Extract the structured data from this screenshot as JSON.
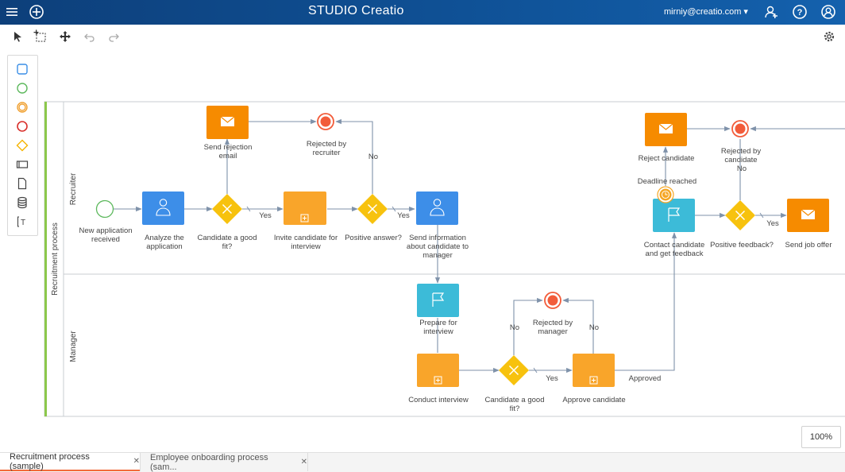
{
  "header": {
    "brand": "STUDIO Creatio",
    "user_email": "mirniy@creatio.com"
  },
  "process": {
    "pool_label": "Recruitment process",
    "lanes": [
      "Recruiter",
      "Manager"
    ]
  },
  "elements": {
    "new_application": "New application received",
    "analyze": "Analyze the application",
    "candidate_fit": "Candidate a good fit?",
    "send_rejection": "Send rejection email",
    "rejected_recruiter": "Rejected by recruiter",
    "invite": "Invite candidate for interview",
    "positive_answer": "Positive answer?",
    "send_info": "Send information about candidate to manager",
    "prepare": "Prepare for interview",
    "conduct": "Conduct interview",
    "candidate_fit_2": "Candidate a good fit?",
    "rejected_manager": "Rejected by manager",
    "approve": "Approve candidate",
    "reject_candidate": "Reject candidate",
    "rejected_candidate": "Rejected by candidate",
    "deadline": "Deadline reached",
    "contact": "Contact candidate and get feedback",
    "positive_feedback": "Positive feedback?",
    "job_offer": "Send job offer"
  },
  "flow_labels": {
    "yes": "Yes",
    "no": "No",
    "approved": "Approved"
  },
  "zoom": "100%",
  "tabs": [
    "Recruitment process (sample)",
    "Employee onboarding process (sam..."
  ]
}
